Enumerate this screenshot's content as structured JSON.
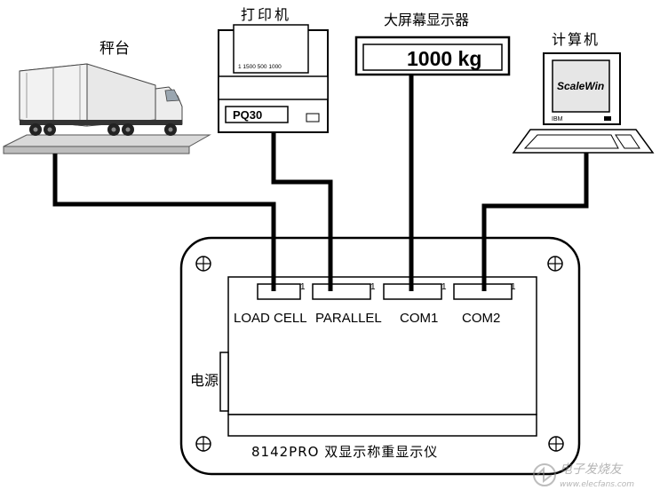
{
  "labels": {
    "scale": "秤台",
    "printer": "打印机",
    "big_display": "大屏幕显示器",
    "computer": "计算机",
    "power": "电源",
    "indicator": "8142PRO 双显示称重显示仪"
  },
  "printer": {
    "paper_text": "1    1500   500   1000",
    "model": "PQ30"
  },
  "display_value": "1000 kg",
  "computer": {
    "screen_text": "ScaleWin",
    "brand": "IBM"
  },
  "ports": [
    {
      "label": "LOAD CELL",
      "pin": "1"
    },
    {
      "label": "PARALLEL",
      "pin": "1"
    },
    {
      "label": "COM1",
      "pin": "1"
    },
    {
      "label": "COM2",
      "pin": "1"
    }
  ],
  "watermark": {
    "cn": "电子发烧友",
    "url": "www.elecfans.com"
  }
}
